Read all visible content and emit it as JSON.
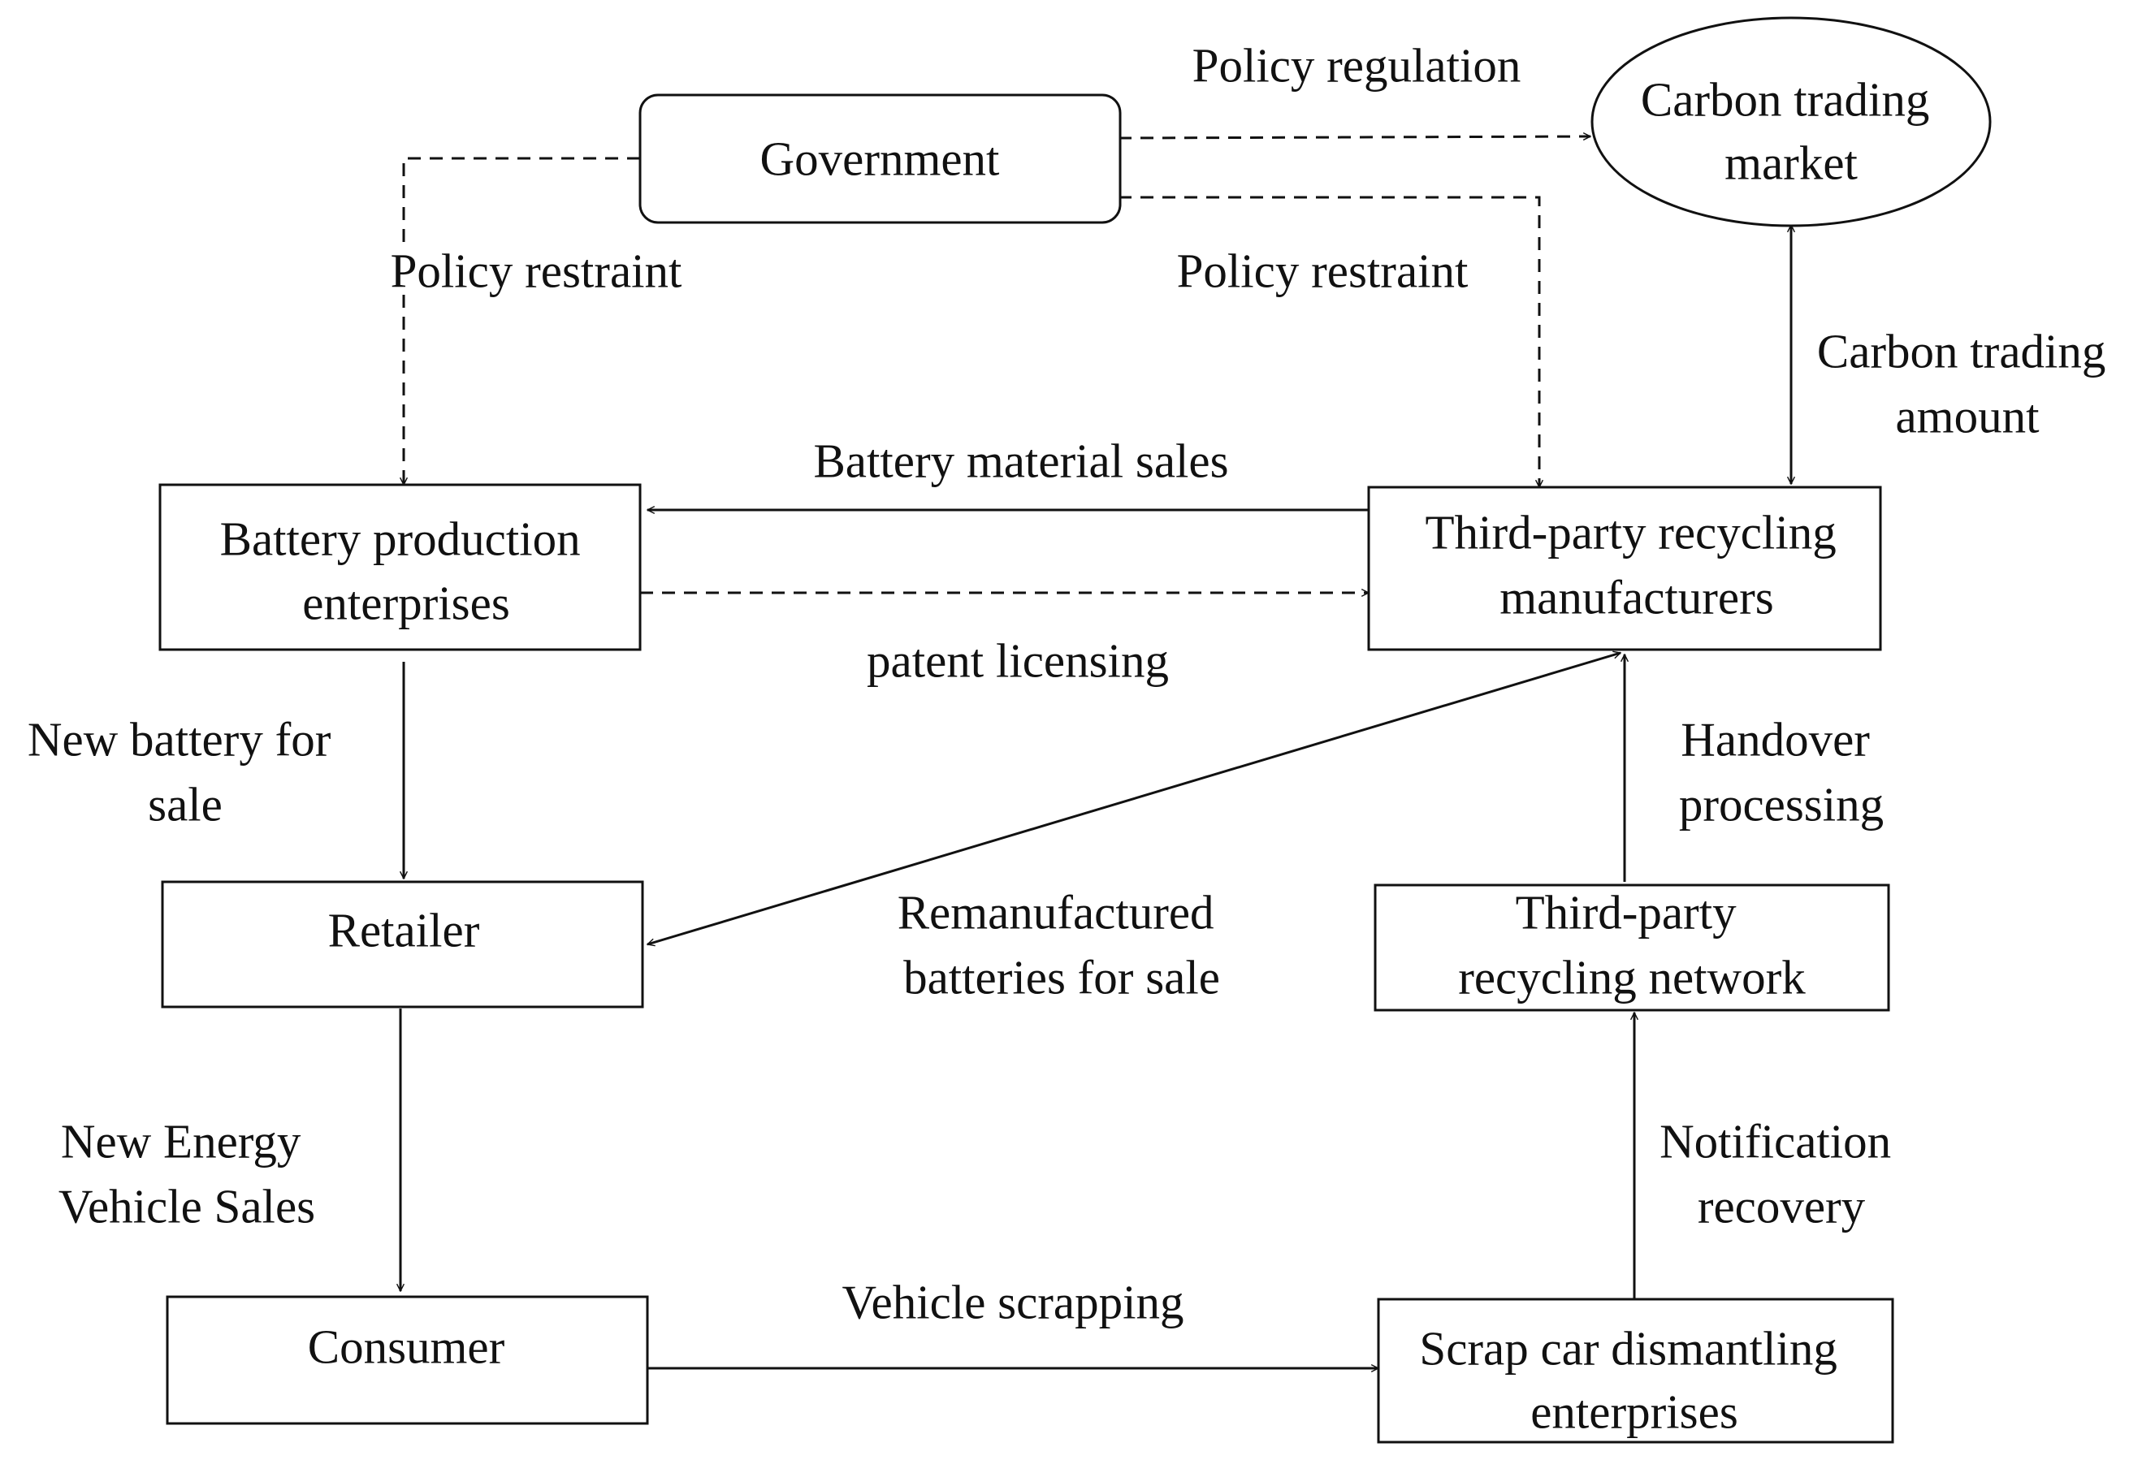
{
  "nodes": {
    "government": {
      "label": [
        "Government"
      ]
    },
    "carbon_market": {
      "label": [
        "Carbon trading",
        "market"
      ]
    },
    "battery_producers": {
      "label": [
        "Battery production",
        "enterprises"
      ]
    },
    "third_party_recyclers": {
      "label": [
        "Third-party recycling",
        "manufacturers"
      ]
    },
    "retailer": {
      "label": [
        "Retailer"
      ]
    },
    "recycling_network": {
      "label": [
        "Third-party",
        "recycling network"
      ]
    },
    "consumer": {
      "label": [
        "Consumer"
      ]
    },
    "dismantling": {
      "label": [
        "Scrap car dismantling",
        "enterprises"
      ]
    }
  },
  "edges": {
    "policy_regulation": {
      "label": [
        "Policy regulation"
      ],
      "style": "dashed"
    },
    "policy_restraint_left": {
      "label": [
        "Policy restraint"
      ],
      "style": "dashed"
    },
    "policy_restraint_right": {
      "label": [
        "Policy restraint"
      ],
      "style": "dashed"
    },
    "carbon_trading_amount": {
      "label": [
        "Carbon trading",
        "amount"
      ],
      "style": "solid"
    },
    "battery_material_sales": {
      "label": [
        "Battery material sales"
      ],
      "style": "solid"
    },
    "patent_licensing": {
      "label": [
        "patent licensing"
      ],
      "style": "dashed"
    },
    "new_battery_sale": {
      "label": [
        "New battery for",
        "sale"
      ],
      "style": "solid"
    },
    "remanufactured_sale": {
      "label": [
        "Remanufactured",
        "batteries for sale"
      ],
      "style": "solid"
    },
    "handover_processing": {
      "label": [
        "Handover",
        "processing"
      ],
      "style": "solid"
    },
    "nev_sales": {
      "label": [
        "New Energy",
        "Vehicle Sales"
      ],
      "style": "solid"
    },
    "notification_recovery": {
      "label": [
        "Notification",
        "recovery"
      ],
      "style": "solid"
    },
    "vehicle_scrapping": {
      "label": [
        "Vehicle scrapping"
      ],
      "style": "solid"
    }
  }
}
